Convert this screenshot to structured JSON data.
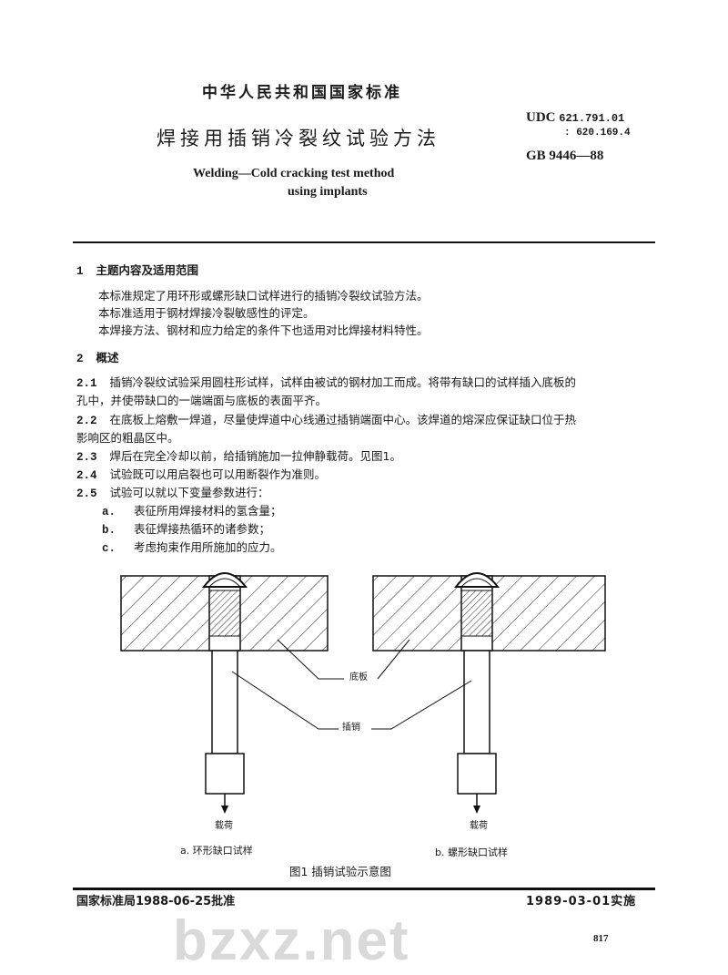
{
  "watermark": "bzxz.net",
  "header": {
    "standard_type": "中华人民共和国国家标准",
    "title_cn": "焊接用插销冷裂纹试验方法",
    "title_en_line1": "Welding—Cold cracking test method",
    "title_en_line2": "using implants",
    "udc_label": "UDC",
    "udc_1": "621.791.01",
    "udc_2": ": 620.169.4",
    "gb_number": "GB 9446—88"
  },
  "sections": [
    {
      "heading_num": "1",
      "heading": "主题内容及适用范围",
      "paragraphs": [
        "本标准规定了用环形或螺形缺口试样进行的插销冷裂纹试验方法。",
        "本标准适用于钢材焊接冷裂敏感性的评定。",
        "本焊接方法、钢材和应力给定的条件下也适用对比焊接材料特性。"
      ]
    },
    {
      "heading_num": "2",
      "heading": "概述"
    }
  ],
  "clauses": [
    {
      "num": "2.1",
      "line1": "插销冷裂纹试验采用圆柱形试样，试样由被试的钢材加工而成。将带有缺口的试样插入底板的",
      "line2": "孔中，并使带缺口的一端端面与底板的表面平齐。"
    },
    {
      "num": "2.2",
      "line1": "在底板上熔敷一焊道，尽量使焊道中心线通过插销端面中心。该焊道的熔深应保证缺口位于热",
      "line2": "影响区的粗晶区中。"
    },
    {
      "num": "2.3",
      "line1": "焊后在完全冷却以前，给插销施加一拉伸静载荷。见图1。"
    },
    {
      "num": "2.4",
      "line1": "试验既可以用启裂也可以用断裂作为准则。"
    },
    {
      "num": "2.5",
      "line1": "试验可以就以下变量参数进行："
    }
  ],
  "list_items": [
    {
      "marker": "a.",
      "text": "表征所用焊接材料的氢含量；"
    },
    {
      "marker": "b.",
      "text": "表征焊接热循环的诸参数；"
    },
    {
      "marker": "c.",
      "text": "考虑拘束作用所施加的应力。"
    }
  ],
  "figure": {
    "label_plate": "底板",
    "label_pin": "插销",
    "label_load_a": "载荷",
    "label_load_b": "载荷",
    "caption_a": "a.  环形缺口试样",
    "caption_b": "b.  螺形缺口试样",
    "caption": "图1  插销试验示意图"
  },
  "footer": {
    "approved": "国家标准局1988-06-25批准",
    "implemented": "1989-03-01实施",
    "page": "817"
  }
}
